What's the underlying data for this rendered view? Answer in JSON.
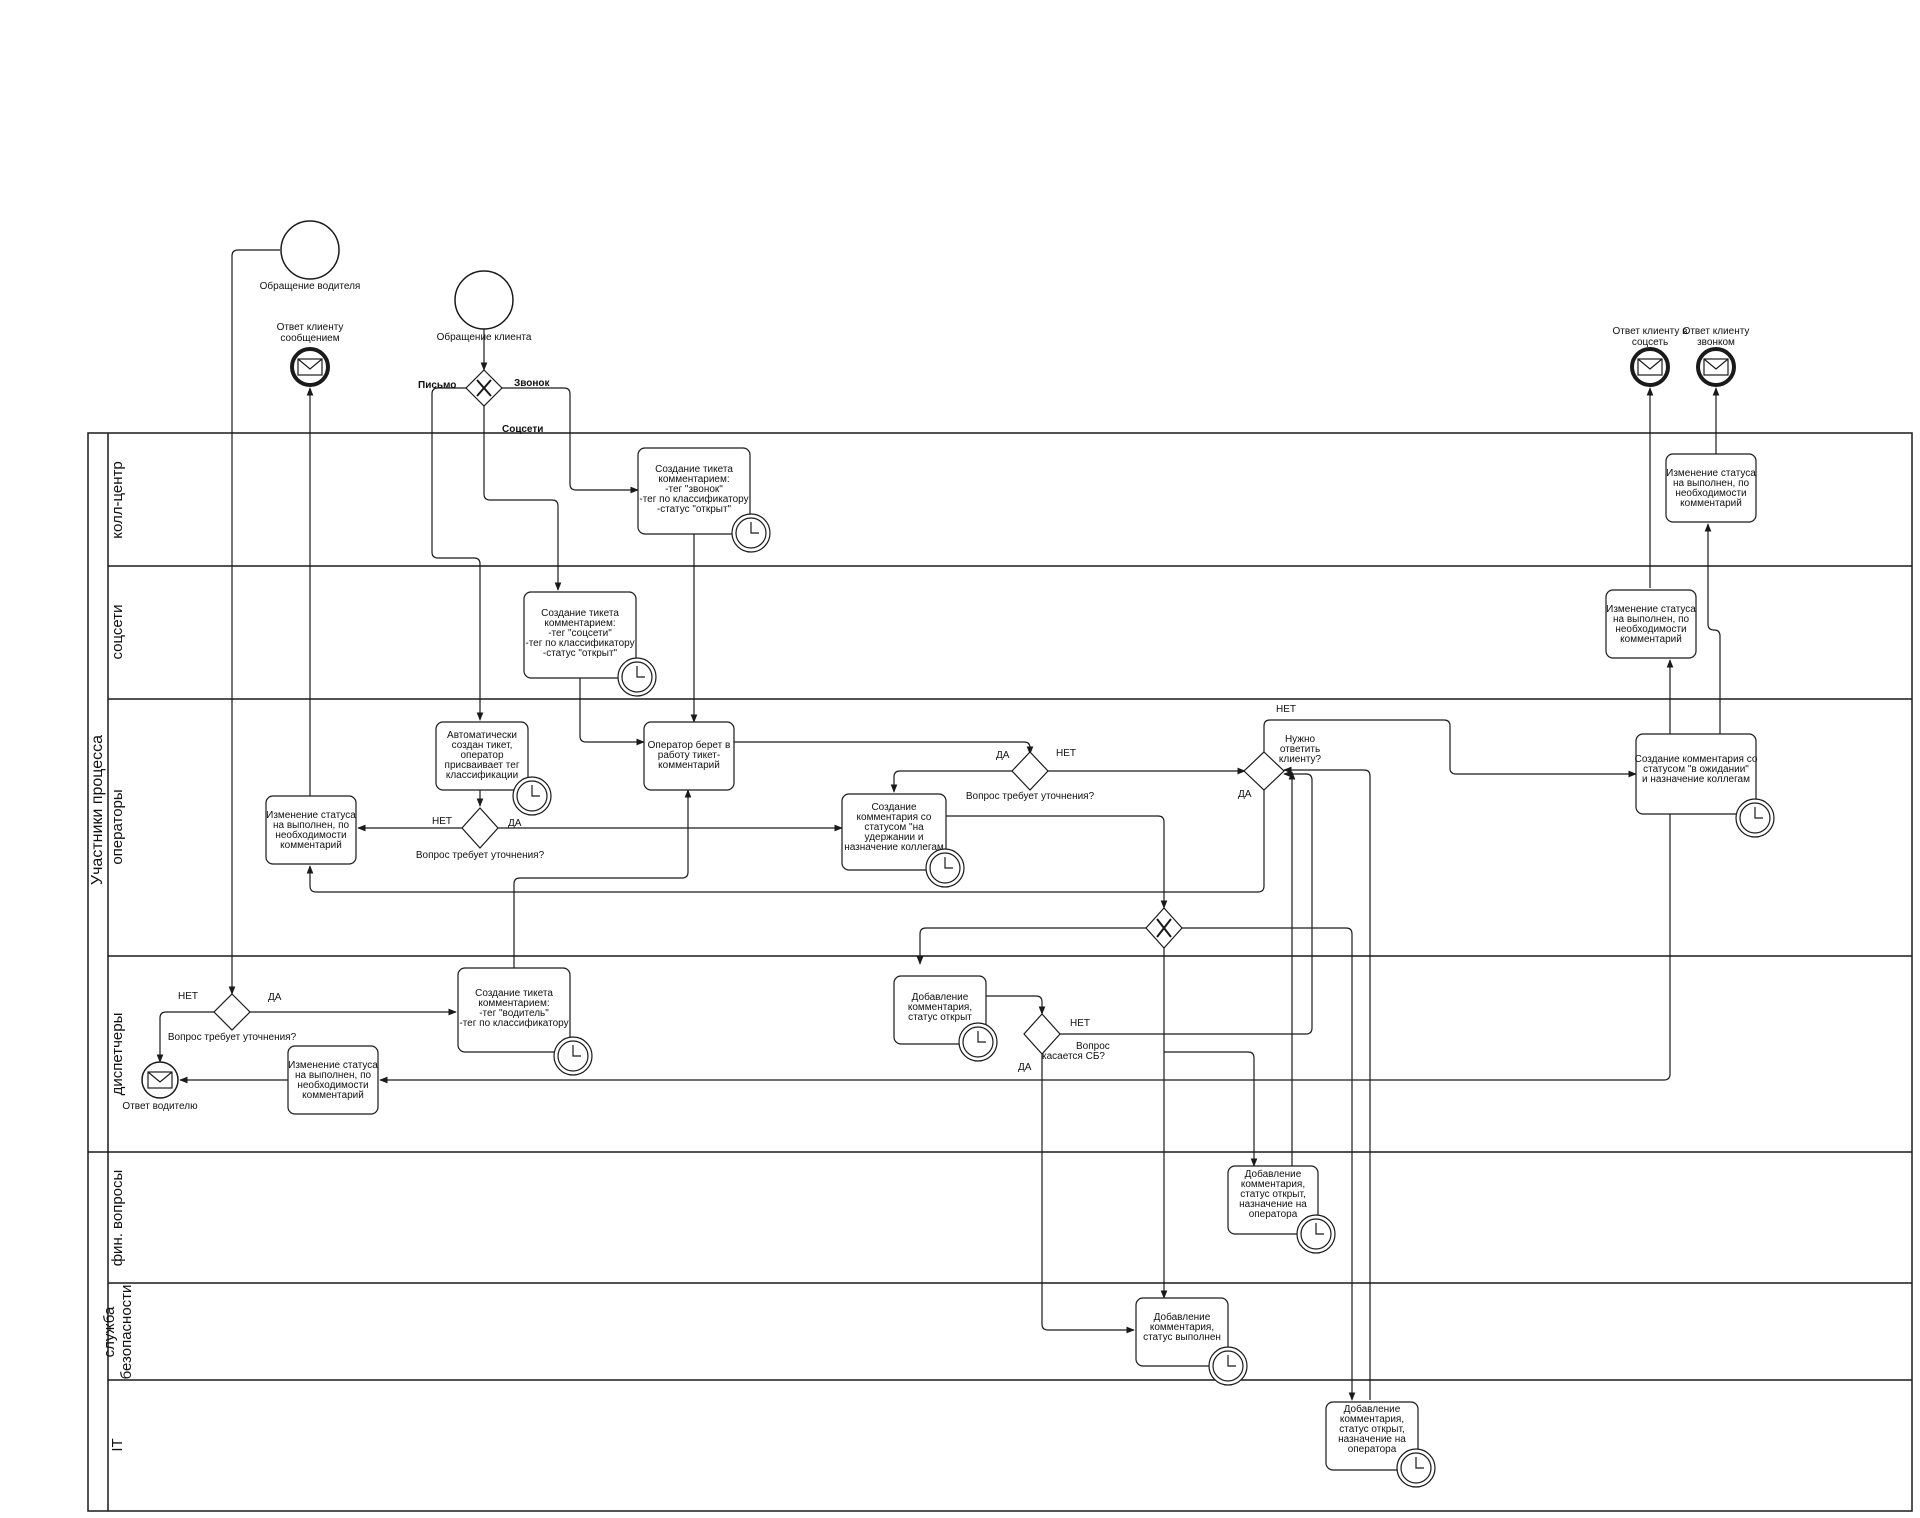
{
  "pool": {
    "title": "Участники процесса"
  },
  "lanes": {
    "callcenter": "колл-центр",
    "social": "соцсети",
    "operators": "операторы",
    "dispatchers": "диспетчеры",
    "finance": "фин. вопросы",
    "security": "служба безопасности",
    "it": "IT"
  },
  "events": {
    "driver_request": "Обращение водителя",
    "client_request": "Обращение клиента",
    "reply_message": "Ответ клиенту сообщением",
    "reply_social": "Ответ клиенту в соцсеть",
    "reply_call": "Ответ клиенту звонком",
    "reply_driver": "Ответ водителю"
  },
  "flow_labels": {
    "letter": "Письмо",
    "call": "Звонок",
    "social": "Соцсети",
    "yes": "ДА",
    "no": "НЕТ"
  },
  "gateways": {
    "needs_clarification": "Вопрос требует уточнения?",
    "need_answer": "Нужно ответить клиенту?",
    "concerns_sb": "Вопрос касается СБ?"
  },
  "tasks": {
    "callcenter_ticket": "Создание тикета комментарием:\n-тег \"звонок\"\n-тег по классификатору\n-статус \"открыт\"",
    "social_ticket": "Создание тикета комментарием:\n-тег \"соцсети\"\n-тег по классификатору\n-статус \"открыт\"",
    "auto_ticket": "Автоматически создан тикет, оператор присваивает тег классификации",
    "operator_takes": "Оператор берет в работу тикет-комментарий",
    "status_done": "Изменение статуса на выполнен, по необходимости комментарий",
    "hold_comment": "Создание комментария со статусом \"на удержании и назначение коллегам",
    "waiting_comment": "Создание комментария со статусом \"в ожидании\" и назначение коллегам",
    "dispatcher_ticket": "Создание тикета комментарием:\n-тег \"водитель\"\n-тег по классификатору",
    "add_comment_open": "Добавление комментария, статус открыт",
    "fin_comment": "Добавление комментария, статус открыт, назначение на оператора",
    "sb_comment": "Добавление комментария, статус выполнен",
    "it_comment": "Добавление комментария, статус открыт, назначение на оператора"
  },
  "colors": {
    "stroke": "#1a1a1a",
    "background": "#ffffff"
  }
}
